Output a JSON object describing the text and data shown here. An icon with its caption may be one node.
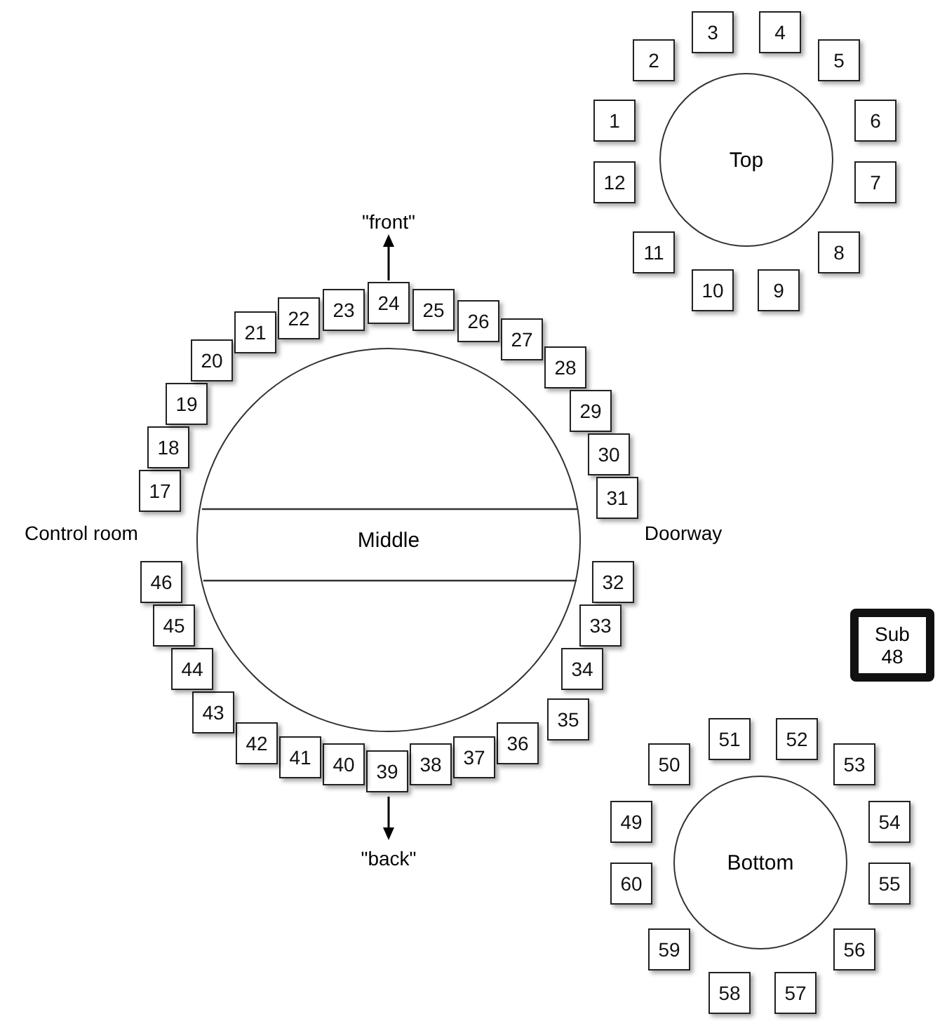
{
  "diagram": {
    "nodes": [
      {
        "text": [
          "Top"
        ]
      },
      {
        "text": [
          "1"
        ]
      },
      {
        "text": [
          "2"
        ]
      },
      {
        "text": [
          "3"
        ]
      },
      {
        "text": [
          "4"
        ]
      },
      {
        "text": [
          "5"
        ]
      },
      {
        "text": [
          "6"
        ]
      },
      {
        "text": [
          "7"
        ]
      },
      {
        "text": [
          "8"
        ]
      },
      {
        "text": [
          "9"
        ]
      },
      {
        "text": [
          "10"
        ]
      },
      {
        "text": [
          "11"
        ]
      },
      {
        "text": [
          "12"
        ]
      },
      {
        "text": [
          "Middle"
        ]
      },
      {
        "text": [
          "17"
        ]
      },
      {
        "text": [
          "18"
        ]
      },
      {
        "text": [
          "19"
        ]
      },
      {
        "text": [
          "20"
        ]
      },
      {
        "text": [
          "21"
        ]
      },
      {
        "text": [
          "22"
        ]
      },
      {
        "text": [
          "23"
        ]
      },
      {
        "text": [
          "24"
        ]
      },
      {
        "text": [
          "25"
        ]
      },
      {
        "text": [
          "26"
        ]
      },
      {
        "text": [
          "27"
        ]
      },
      {
        "text": [
          "28"
        ]
      },
      {
        "text": [
          "29"
        ]
      },
      {
        "text": [
          "30"
        ]
      },
      {
        "text": [
          "31"
        ]
      },
      {
        "text": [
          "32"
        ]
      },
      {
        "text": [
          "33"
        ]
      },
      {
        "text": [
          "34"
        ]
      },
      {
        "text": [
          "35"
        ]
      },
      {
        "text": [
          "36"
        ]
      },
      {
        "text": [
          "37"
        ]
      },
      {
        "text": [
          "38"
        ]
      },
      {
        "text": [
          "39"
        ]
      },
      {
        "text": [
          "40"
        ]
      },
      {
        "text": [
          "41"
        ]
      },
      {
        "text": [
          "42"
        ]
      },
      {
        "text": [
          "43"
        ]
      },
      {
        "text": [
          "44"
        ]
      },
      {
        "text": [
          "45"
        ]
      },
      {
        "text": [
          "46"
        ]
      },
      {
        "text": [
          "Sub 48"
        ]
      },
      {
        "text": [
          "Bottom"
        ]
      },
      {
        "text": [
          "49"
        ]
      },
      {
        "text": [
          "50"
        ]
      },
      {
        "text": [
          "51"
        ]
      },
      {
        "text": [
          "52"
        ]
      },
      {
        "text": [
          "53"
        ]
      },
      {
        "text": [
          "54"
        ]
      },
      {
        "text": [
          "55"
        ]
      },
      {
        "text": [
          "56"
        ]
      },
      {
        "text": [
          "57"
        ]
      },
      {
        "text": [
          "58"
        ]
      },
      {
        "text": [
          "59"
        ]
      },
      {
        "text": [
          "60"
        ]
      }
    ],
    "edges": [],
    "labels": [
      "\"front\"",
      "Control room",
      "Doorway",
      "\"back\""
    ]
  }
}
